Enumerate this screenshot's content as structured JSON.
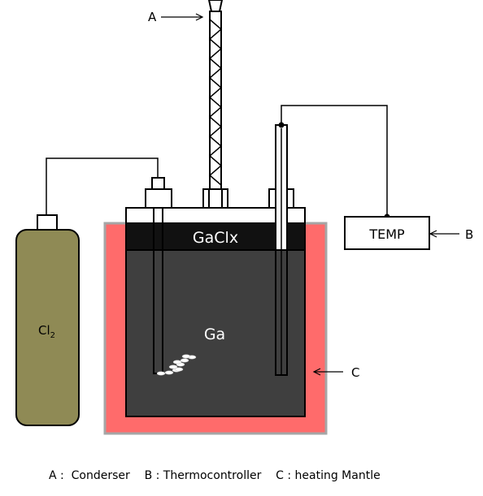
{
  "labels": {
    "condenser_marker": "A",
    "thermo_marker": "B",
    "mantle_marker": "C",
    "temp_box": "TEMP",
    "cylinder_base": "Cl",
    "cylinder_sub": "2",
    "liquid_layer": "GaClx",
    "metal": "Ga"
  },
  "caption": "A :  Conderser    B : Thermocontroller    C : heating Mantle",
  "colors": {
    "mantle": "#ff6b6b",
    "mantle_border": "#a6a6a6",
    "vessel_body": "#3f3f3f",
    "gacl_layer": "#111111",
    "cylinder": "#8f8a55",
    "lid": "#ffffff"
  }
}
